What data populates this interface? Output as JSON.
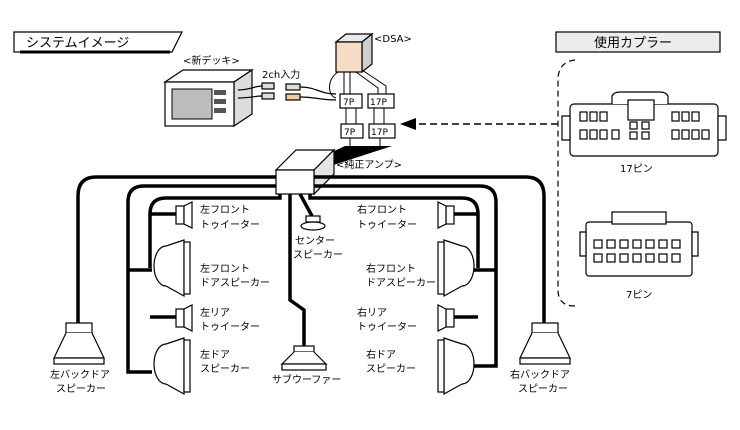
{
  "headers": {
    "system_image": "システムイメージ",
    "connectors_used": "使用カプラー"
  },
  "units": {
    "new_deck": "<新デッキ>",
    "dsa": "<DSA>",
    "input_2ch": "2ch入力",
    "stock_amp": "<純正アンプ>"
  },
  "pin_labels": {
    "p7": "7P",
    "p17": "17P"
  },
  "speakers": {
    "left_front_tweeter": [
      "左フロント",
      "トゥイーター"
    ],
    "left_front_door": [
      "左フロント",
      "ドアスピーカー"
    ],
    "left_rear_tweeter": [
      "左リア",
      "トゥイーター"
    ],
    "left_door": [
      "左ドア",
      "スピーカー"
    ],
    "center": [
      "センター",
      "スピーカー"
    ],
    "subwoofer": [
      "サブウーファー"
    ],
    "right_front_tweeter": [
      "右フロント",
      "トゥイーター"
    ],
    "right_front_door": [
      "右フロント",
      "ドアスピーカー"
    ],
    "right_rear_tweeter": [
      "右リア",
      "トゥイーター"
    ],
    "right_door": [
      "右ドア",
      "スピーカー"
    ],
    "left_back_door": [
      "左バックドア",
      "スピーカー"
    ],
    "right_back_door": [
      "右バックドア",
      "スピーカー"
    ]
  },
  "connectors": {
    "pin17": "17ピン",
    "pin7": "7ピン"
  }
}
